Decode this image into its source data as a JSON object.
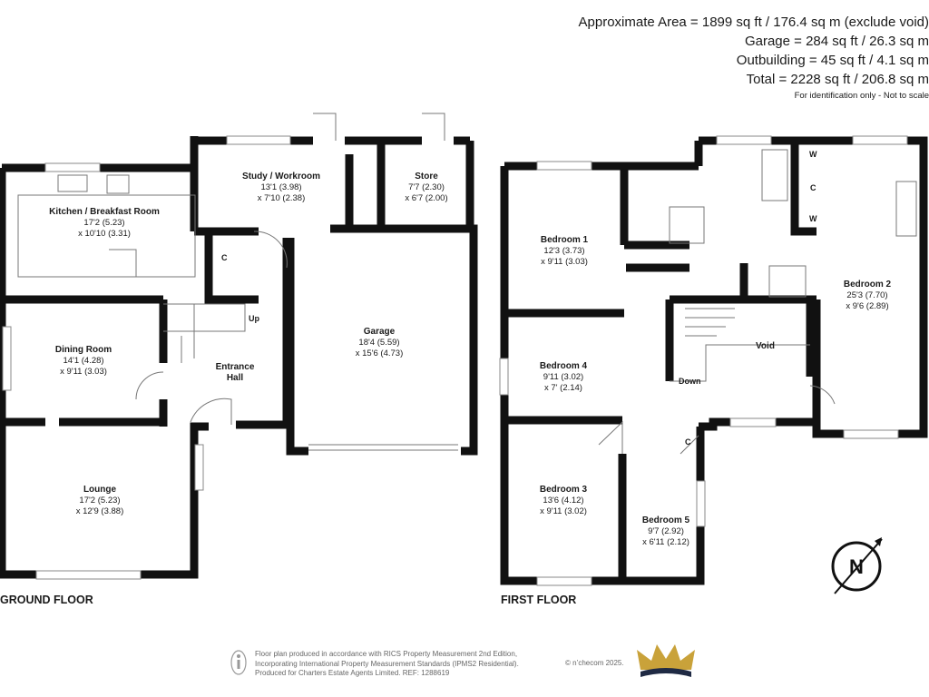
{
  "header": {
    "line1": "Approximate Area = 1899 sq ft / 176.4 sq m (exclude void)",
    "line2": "Garage = 284 sq ft / 26.3 sq m",
    "line3": "Outbuilding = 45 sq ft / 4.1 sq m",
    "line4": "Total = 2228 sq ft / 206.8 sq m",
    "note": "For identification only - Not to scale"
  },
  "ground": {
    "label": "GROUND FLOOR",
    "kitchen": {
      "name": "Kitchen / Breakfast Room",
      "d1": "17'2 (5.23)",
      "d2": "x 10'10 (3.31)"
    },
    "study": {
      "name": "Study / Workroom",
      "d1": "13'1 (3.98)",
      "d2": "x 7'10 (2.38)"
    },
    "store": {
      "name": "Store",
      "d1": "7'7 (2.30)",
      "d2": "x 6'7 (2.00)"
    },
    "dining": {
      "name": "Dining Room",
      "d1": "14'1 (4.28)",
      "d2": "x 9'11 (3.03)"
    },
    "entrance": {
      "name1": "Entrance",
      "name2": "Hall"
    },
    "garage": {
      "name": "Garage",
      "d1": "18'4 (5.59)",
      "d2": "x 15'6 (4.73)"
    },
    "lounge": {
      "name": "Lounge",
      "d1": "17'2 (5.23)",
      "d2": "x 12'9 (3.88)"
    },
    "cupboard": "C",
    "up": "Up"
  },
  "first": {
    "label": "FIRST FLOOR",
    "bed1": {
      "name": "Bedroom 1",
      "d1": "12'3 (3.73)",
      "d2": "x 9'11 (3.03)"
    },
    "bed2": {
      "name": "Bedroom 2",
      "d1": "25'3 (7.70)",
      "d2": "x 9'6 (2.89)"
    },
    "bed3": {
      "name": "Bedroom 3",
      "d1": "13'6 (4.12)",
      "d2": "x 9'11 (3.02)"
    },
    "bed4": {
      "name": "Bedroom 4",
      "d1": "9'11 (3.02)",
      "d2": "x 7' (2.14)"
    },
    "bed5": {
      "name": "Bedroom 5",
      "d1": "9'7 (2.92)",
      "d2": "x 6'11 (2.12)"
    },
    "void": "Void",
    "down": "Down",
    "w1": "W",
    "c1": "C",
    "w2": "W",
    "c2": "C"
  },
  "compass": {
    "letter": "N"
  },
  "footer": {
    "l1": "Floor plan produced in accordance with RICS Property Measurement 2nd Edition,",
    "l2": "Incorporating International Property Measurement Standards (IPMS2 Residential).",
    "l3": "Produced for Charters Estate Agents Limited.   REF: 1288619",
    "copyright": "© n’checom 2025."
  },
  "colors": {
    "wall": "#111111",
    "line": "#777777",
    "crown": "#c9a23a",
    "crown_dark": "#1f2a44"
  }
}
